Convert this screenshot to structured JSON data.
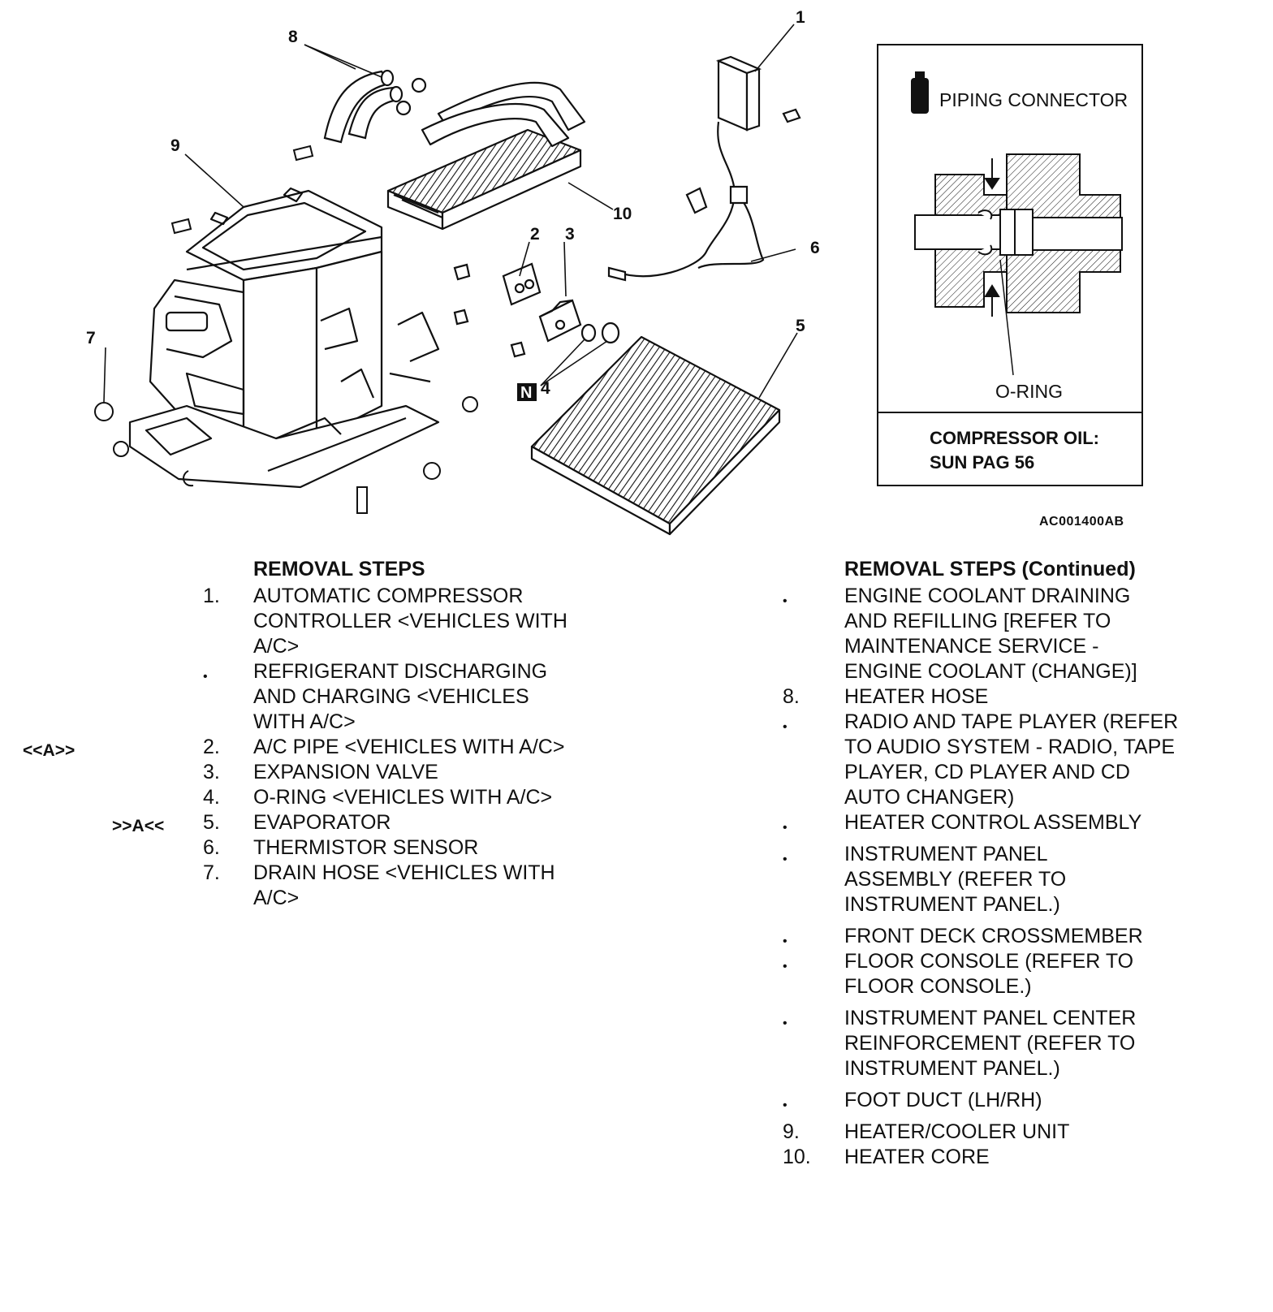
{
  "diagram": {
    "figure_id": "AC001400AB",
    "callouts": [
      "1",
      "2",
      "3",
      "4",
      "5",
      "6",
      "7",
      "8",
      "9",
      "10"
    ],
    "n_badge": "N",
    "inset": {
      "title": "PIPING CONNECTOR",
      "o_ring_label": "O-RING",
      "oil_line1": "COMPRESSOR OIL:",
      "oil_line2": "SUN PAG 56"
    }
  },
  "left_column": {
    "heading": "REMOVAL STEPS",
    "markers": {
      "a_in": "<<A>>",
      "a_out": ">>A<<"
    },
    "steps": [
      {
        "num": "1.",
        "text": "AUTOMATIC COMPRESSOR CONTROLLER <VEHICLES WITH A/C>"
      },
      {
        "num": "•",
        "text": "REFRIGERANT DISCHARGING AND CHARGING <VEHICLES WITH A/C>"
      },
      {
        "num": "2.",
        "text": "A/C PIPE <VEHICLES WITH A/C>"
      },
      {
        "num": "3.",
        "text": "EXPANSION VALVE"
      },
      {
        "num": "4.",
        "text": "O-RING <VEHICLES WITH A/C>"
      },
      {
        "num": "5.",
        "text": "EVAPORATOR"
      },
      {
        "num": "6.",
        "text": "THERMISTOR SENSOR"
      },
      {
        "num": "7.",
        "text": "DRAIN HOSE <VEHICLES WITH A/C>"
      }
    ]
  },
  "right_column": {
    "heading": "REMOVAL STEPS (Continued)",
    "steps": [
      {
        "num": "•",
        "text": "ENGINE COOLANT DRAINING AND REFILLING [REFER TO MAINTENANCE SERVICE - ENGINE COOLANT (CHANGE)]"
      },
      {
        "num": "8.",
        "text": "HEATER HOSE"
      },
      {
        "num": "•",
        "text": "RADIO AND TAPE PLAYER (REFER TO AUDIO SYSTEM - RADIO, TAPE PLAYER, CD PLAYER AND CD AUTO CHANGER)"
      },
      {
        "num": "•",
        "text": "HEATER CONTROL ASSEMBLY"
      },
      {
        "num": "•",
        "text": "INSTRUMENT PANEL ASSEMBLY (REFER TO INSTRUMENT PANEL.)"
      },
      {
        "num": "•",
        "text": "FRONT DECK CROSSMEMBER"
      },
      {
        "num": "•",
        "text": "FLOOR CONSOLE (REFER TO FLOOR CONSOLE.)"
      },
      {
        "num": "•",
        "text": "INSTRUMENT PANEL CENTER REINFORCEMENT (REFER TO INSTRUMENT PANEL.)"
      },
      {
        "num": "•",
        "text": "FOOT DUCT (LH/RH)"
      },
      {
        "num": "9.",
        "text": "HEATER/COOLER UNIT"
      },
      {
        "num": "10.",
        "text": "HEATER CORE"
      }
    ]
  }
}
